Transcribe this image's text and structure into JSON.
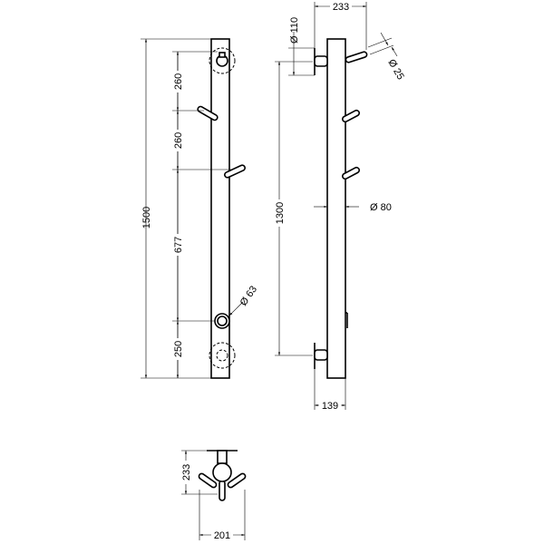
{
  "drawing": {
    "front_view": {
      "overall_height": "1500",
      "spacing_1": "260",
      "spacing_2": "260",
      "spacing_3": "677",
      "spacing_4": "250",
      "button_diameter": "Ø 63"
    },
    "side_view": {
      "projection": "233",
      "flange_diameter": "Ø 110",
      "hook_diameter": "Ø 25",
      "bar_diameter": "Ø 80",
      "bracket_spacing": "1300",
      "wall_offset": "139"
    },
    "top_view": {
      "depth": "233",
      "width": "201"
    }
  }
}
